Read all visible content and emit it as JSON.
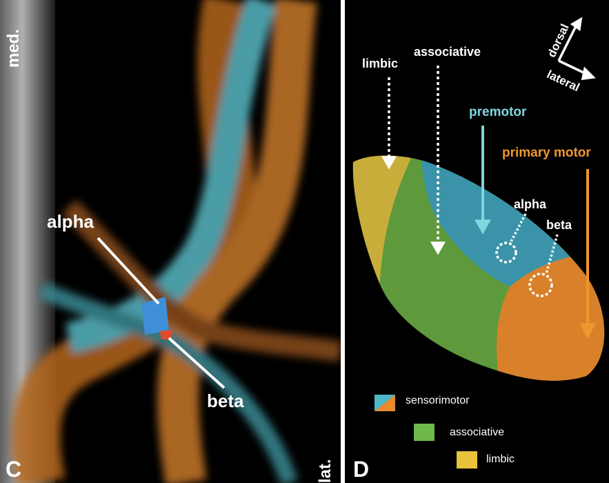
{
  "panel_c": {
    "letter": "C",
    "med_label": "med.",
    "lat_label": "lat.",
    "alpha_label": "alpha",
    "beta_label": "beta"
  },
  "panel_d": {
    "letter": "D",
    "arrows": {
      "limbic": "limbic",
      "associative": "associative",
      "premotor": "premotor",
      "primary_motor": "primary motor"
    },
    "compass": {
      "dorsal": "dorsal",
      "lateral": "lateral"
    },
    "alpha_label": "alpha",
    "beta_label": "beta",
    "legend": [
      {
        "label": "sensorimotor",
        "colors": [
          "#e88a2e",
          "#4fb8c8"
        ]
      },
      {
        "label": "associative",
        "colors": [
          "#6fb84a"
        ]
      },
      {
        "label": "limbic",
        "colors": [
          "#e8c23a"
        ]
      }
    ]
  },
  "colors": {
    "cyan": "#7fd6e0",
    "orange": "#f0962e",
    "green": "#5e9a3c",
    "yellow": "#c9ad3a",
    "blue": "#3a93a8",
    "motor": "#d9802a"
  }
}
